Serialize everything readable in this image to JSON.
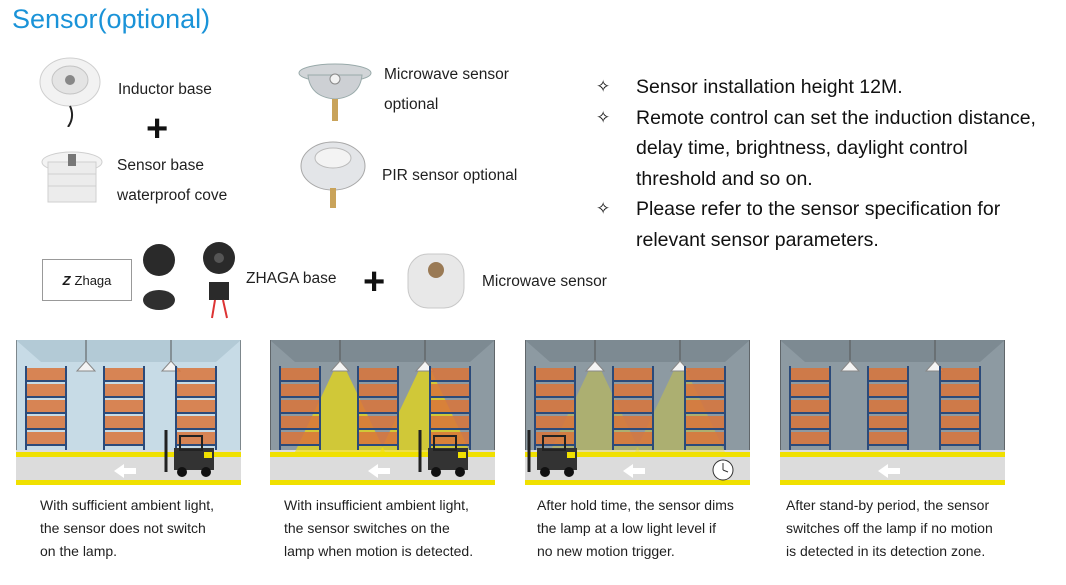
{
  "title": {
    "main": "Sensor",
    "paren": "(optional)"
  },
  "products": {
    "inductor_base": "Inductor base",
    "sensor_base_1": "Sensor base",
    "sensor_base_2": "waterproof  cove",
    "microwave_1": "Microwave sensor",
    "microwave_2": "optional",
    "pir": "PIR sensor optional",
    "zhaga_logo": "Zhaga",
    "zhaga_base": "ZHAGA base",
    "microwave_sensor": "Microwave sensor",
    "plus": "+"
  },
  "bullets": [
    {
      "marker": "✧",
      "lines": [
        "Sensor installation height 12M."
      ]
    },
    {
      "marker": "✧",
      "lines": [
        "Remote control can set the induction distance,",
        "delay time, brightness, daylight control",
        "threshold and so on."
      ]
    },
    {
      "marker": "✧",
      "lines": [
        "Please refer to the sensor specification for",
        "relevant sensor parameters."
      ]
    }
  ],
  "scenarios": [
    {
      "caption": [
        "With sufficient ambient light,",
        "the sensor does not switch",
        "on the lamp."
      ]
    },
    {
      "caption": [
        "With insufficient ambient light,",
        "the sensor switches on the",
        "lamp when motion is detected."
      ]
    },
    {
      "caption": [
        "After hold time, the sensor dims",
        "the lamp at a low light level if",
        "no new motion trigger."
      ]
    },
    {
      "caption": [
        "After stand-by period, the sensor",
        "switches off the lamp if no motion",
        "is detected in its detection zone."
      ]
    }
  ],
  "colors": {
    "title": "#1a93d8",
    "beam": "#f5e000",
    "floor_stripe": "#f0e000",
    "box": "#d9743a"
  }
}
